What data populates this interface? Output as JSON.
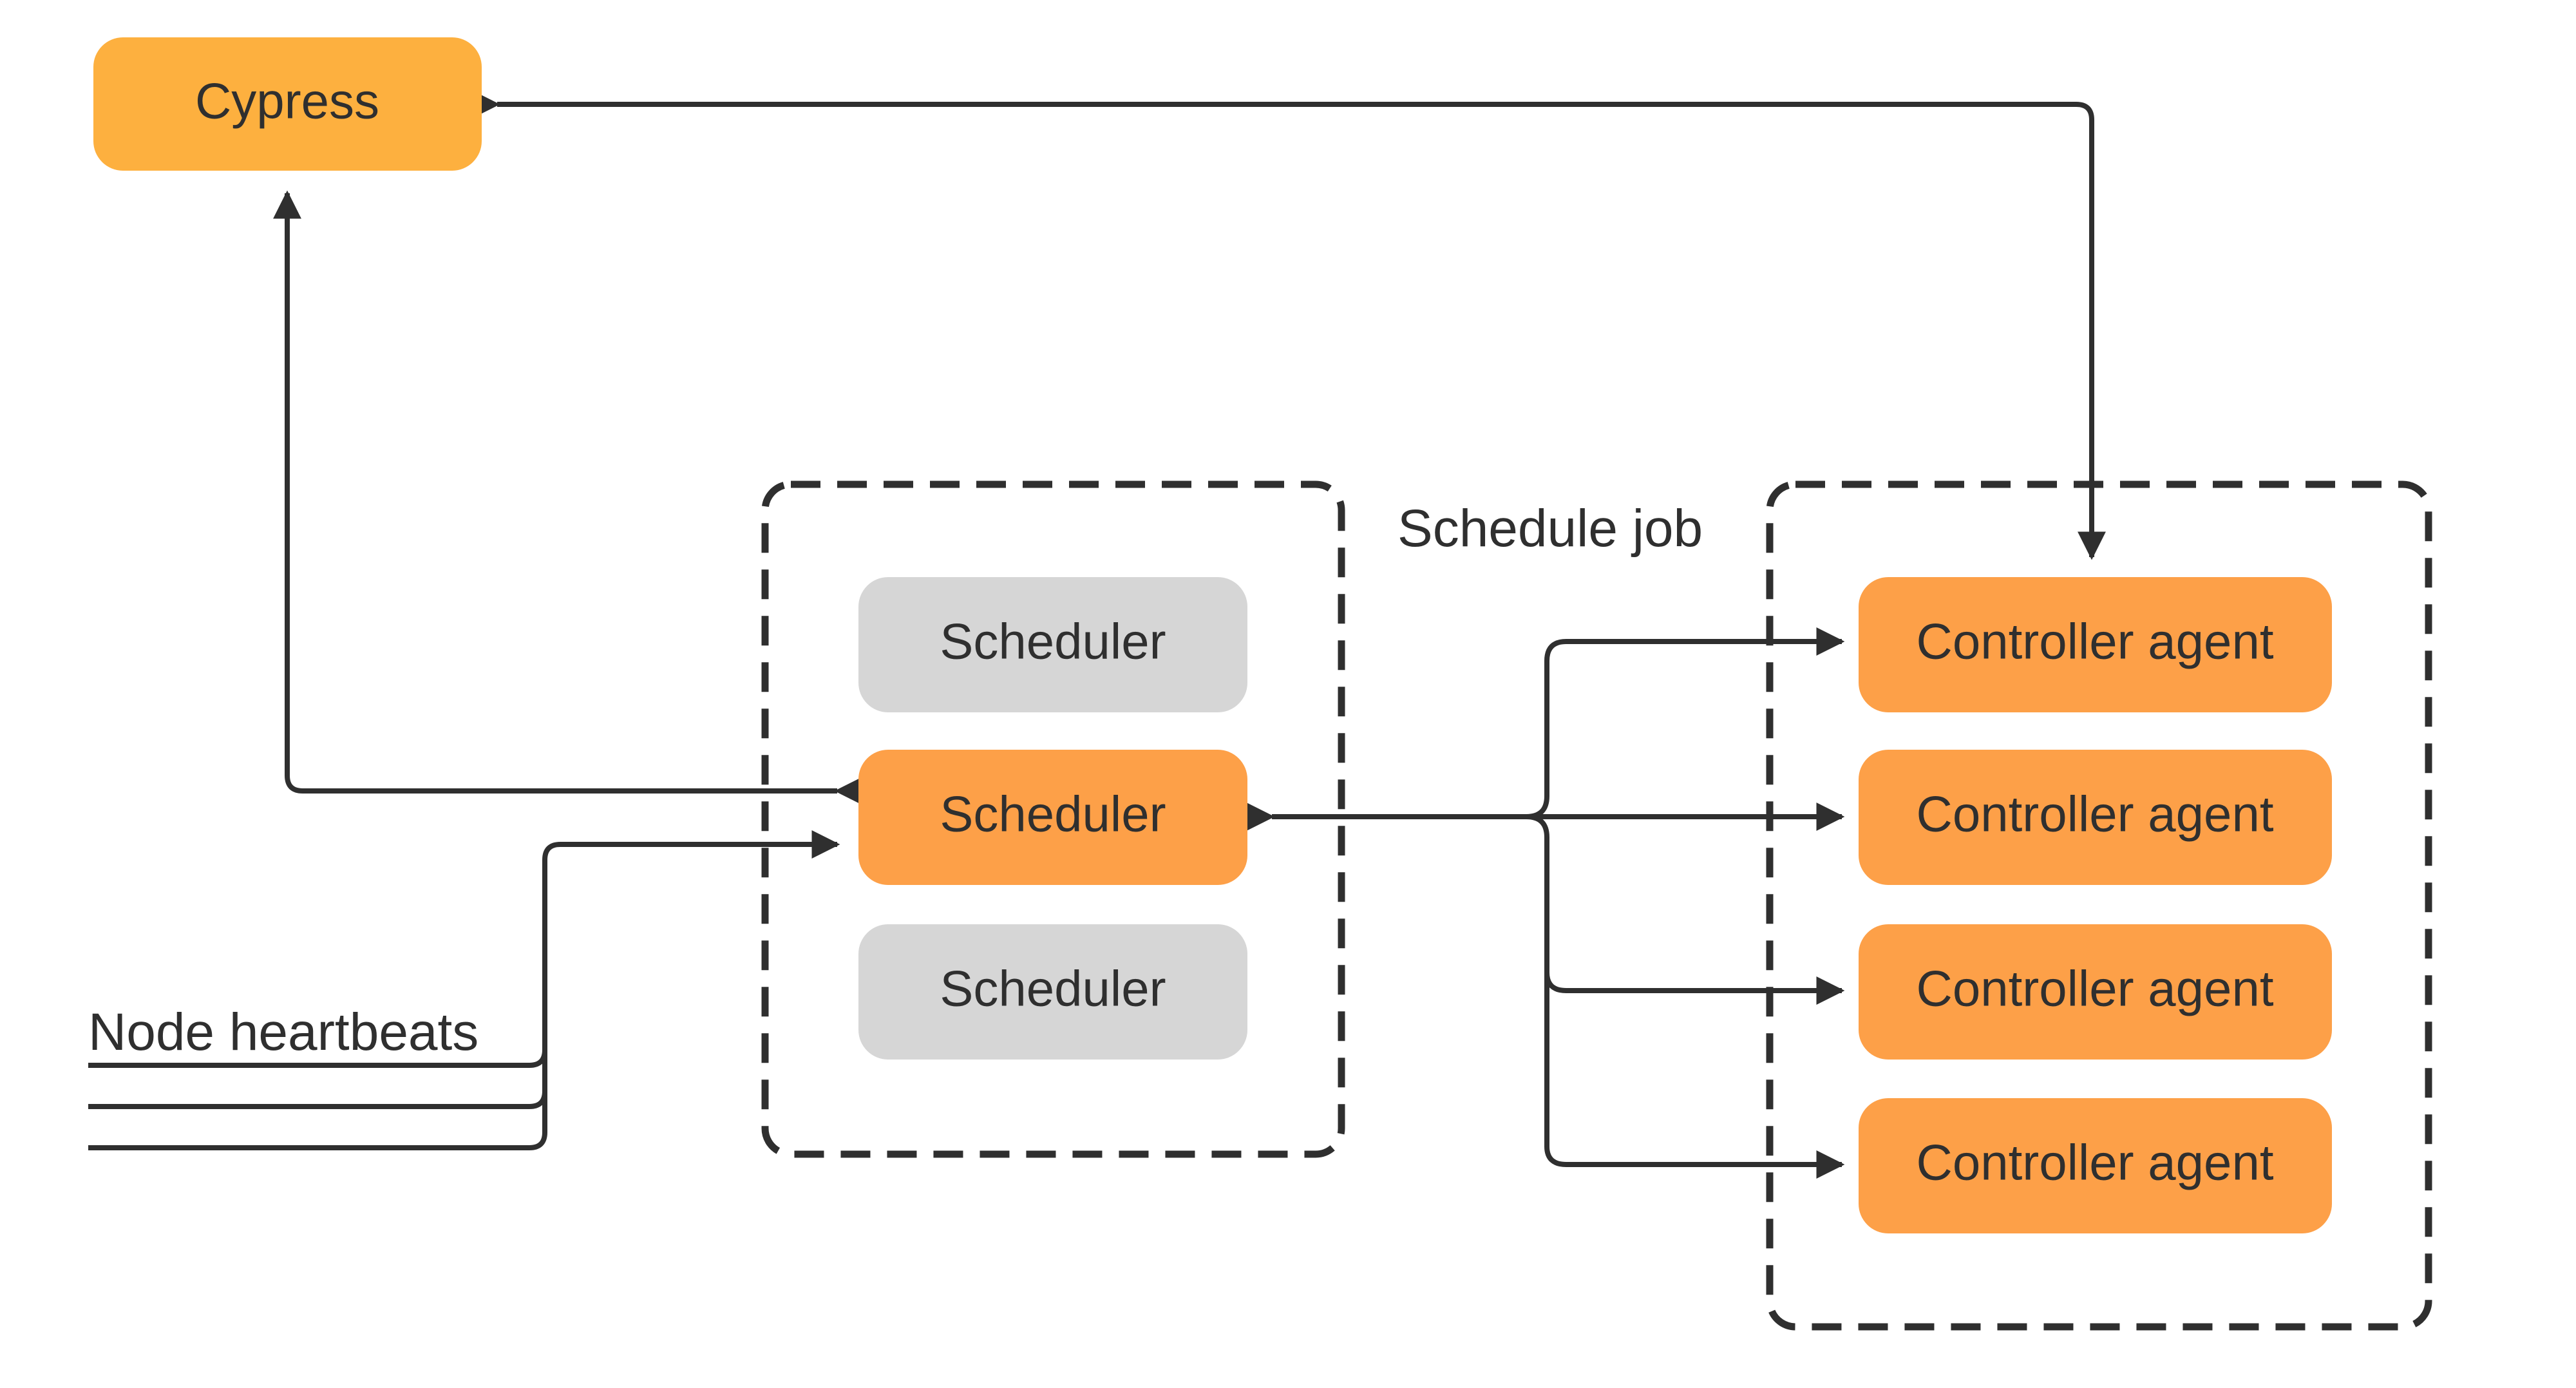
{
  "colors": {
    "cypress": "#FDB03F",
    "active": "#FDA048",
    "inactive": "#D6D6D6",
    "line": "#2F2F2F",
    "text": "#2F2F2F"
  },
  "nodes": {
    "cypress": "Cypress",
    "scheduler_top": "Scheduler",
    "scheduler_active": "Scheduler",
    "scheduler_bottom": "Scheduler",
    "controller_agent_1": "Controller agent",
    "controller_agent_2": "Controller agent",
    "controller_agent_3": "Controller agent",
    "controller_agent_4": "Controller agent"
  },
  "labels": {
    "schedule_job": "Schedule job",
    "node_heartbeats": "Node heartbeats"
  }
}
